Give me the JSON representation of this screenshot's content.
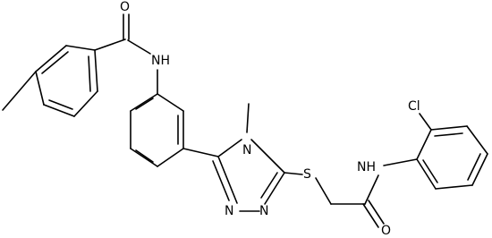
{
  "colors": {
    "bond": "#000000",
    "label": "#000000",
    "background": "#ffffff"
  },
  "atoms": {
    "carbonyl_oxygen_1": "O",
    "amide_nh_1": "NH",
    "methyl_label": "N",
    "triazole_n_methyl_suffix": "",
    "sulfur": "S",
    "chloro": "Cl",
    "amide_nh_2": "NH",
    "carbonyl_oxygen_2": "O",
    "triazole_n3": "N",
    "triazole_n2": "N"
  }
}
